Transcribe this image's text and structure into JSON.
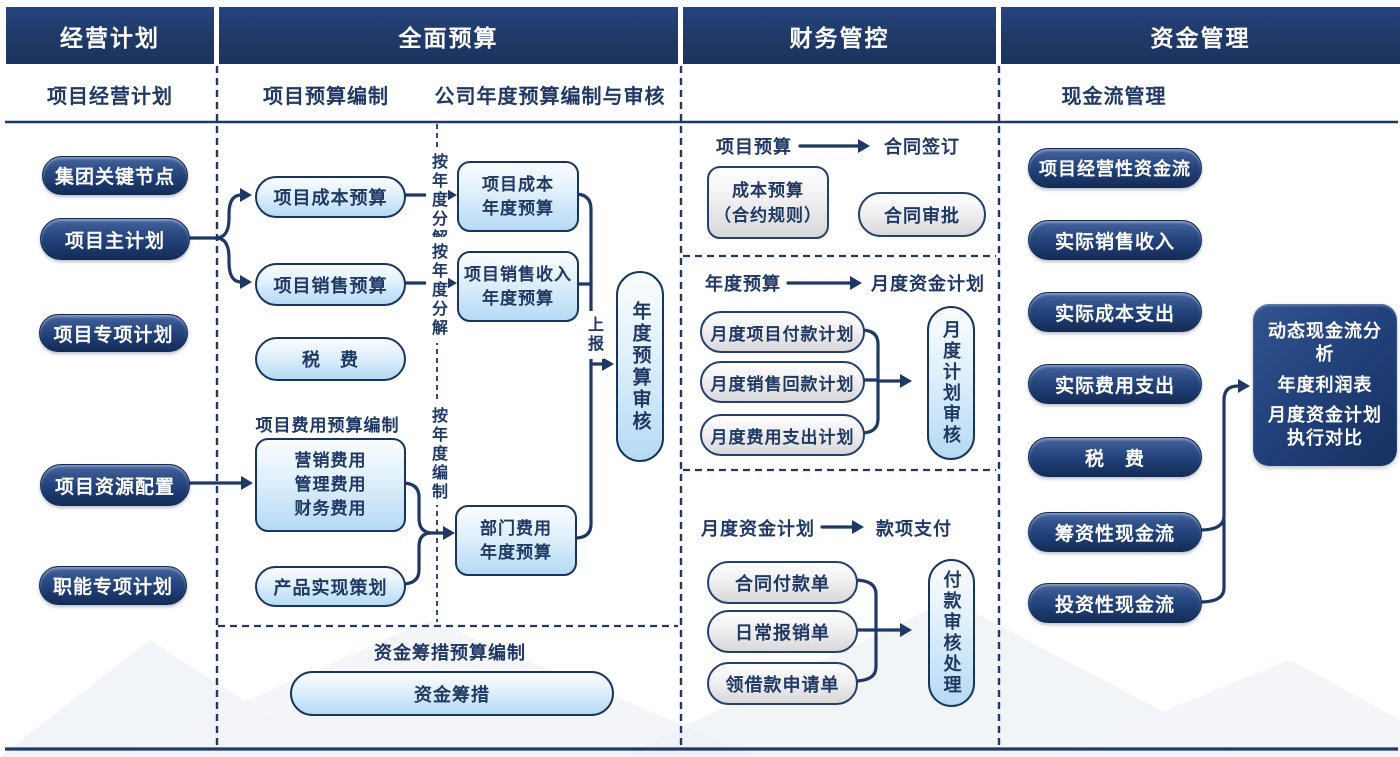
{
  "headers": [
    "经营计划",
    "全面预算",
    "财务管控",
    "资金管理"
  ],
  "subheaders": {
    "col1": "项目经营计划",
    "col2a": "项目预算编制",
    "col2b": "公司年度预算编制与审核",
    "col4": "现金流管理"
  },
  "plan": {
    "pills": [
      "集团关键节点",
      "项目主计划",
      "项目专项计划",
      "项目资源配置",
      "职能专项计划"
    ]
  },
  "budget": {
    "cost": "项目成本预算",
    "sales": "项目销售预算",
    "tax": "税　费",
    "fee_title": "项目费用预算编制",
    "fee_lines": [
      "营销费用",
      "管理费用",
      "财务费用"
    ],
    "product": "产品实现策划",
    "by_year_split": "按年度分解",
    "by_year_make": "按年度编制",
    "cost_year": [
      "项目成本",
      "年度预算"
    ],
    "sales_year": [
      "项目销售收入",
      "年度预算"
    ],
    "dept_year": [
      "部门费用",
      "年度预算"
    ],
    "report": "上报",
    "annual_review": "年度预算审核",
    "fund_title": "资金筹措预算编制",
    "fund_pill": "资金筹措"
  },
  "finance": {
    "s1": {
      "from": "项目预算",
      "to": "合同签订",
      "box": [
        "成本预算",
        "（合约规则）"
      ],
      "approve": "合同审批"
    },
    "s2": {
      "from": "年度预算",
      "to": "月度资金计划",
      "pills": [
        "月度项目付款计划",
        "月度销售回款计划",
        "月度费用支出计划"
      ],
      "review": "月度计划审核"
    },
    "s3": {
      "from": "月度资金计划",
      "to": "款项支付",
      "pills": [
        "合同付款单",
        "日常报销单",
        "领借款申请单"
      ],
      "review": "付款审核处理"
    }
  },
  "funds": {
    "pills": [
      "项目经营性资金流",
      "实际销售收入",
      "实际成本支出",
      "实际费用支出",
      "税　费",
      "筹资性现金流",
      "投资性现金流"
    ],
    "summary": [
      "动态现金流分析",
      "年度利润表",
      "月度资金计划执行对比"
    ]
  },
  "colors": {
    "navy": "#1f3864",
    "dark_pill_top": "#47659f",
    "dark_pill_bottom": "#152c55",
    "light_fill": "#b5daf4",
    "gray_fill": "#d8d8da",
    "background": "#ffffff"
  }
}
